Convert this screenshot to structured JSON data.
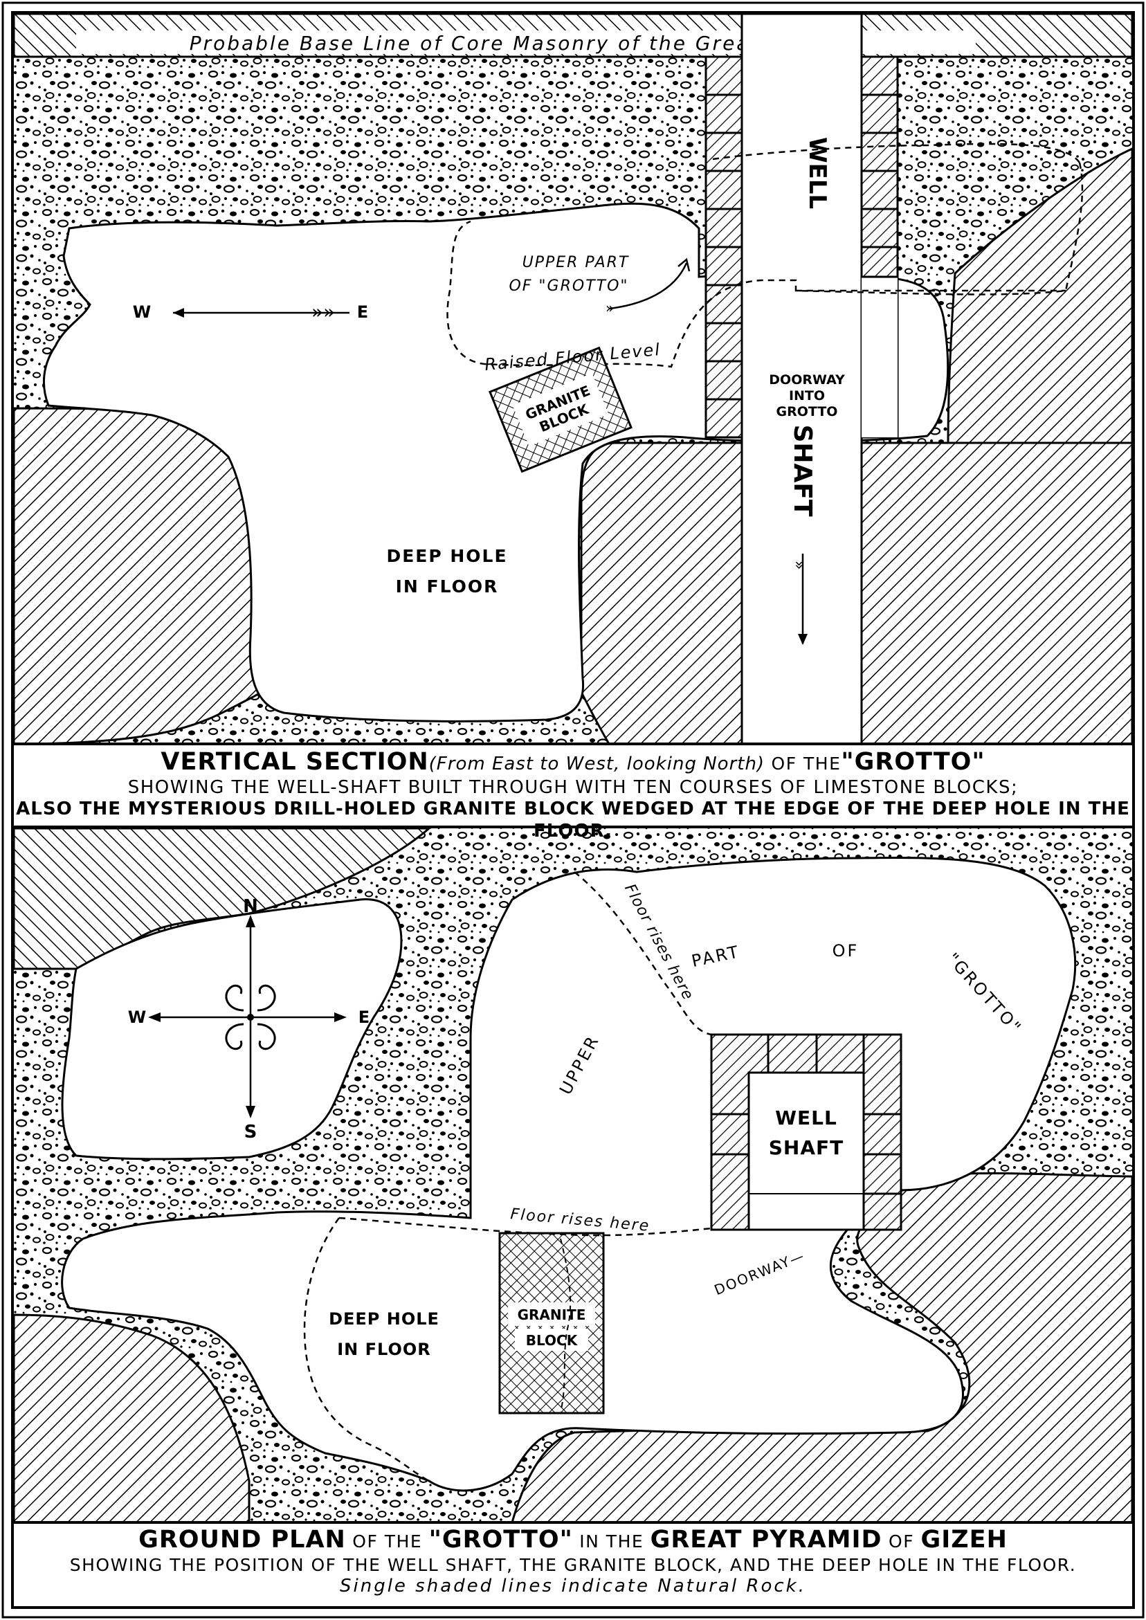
{
  "section": {
    "top_band_label": "Probable Base Line of Core Masonry of the Great Pyramid",
    "well_label": "WELL",
    "shaft_label": "SHAFT",
    "upper_grotto_line1": "UPPER PART",
    "upper_grotto_line2": "OF \"GROTTO\"",
    "west": "W",
    "east": "E",
    "raised_floor": "Raised Floor Level",
    "granite_line1": "GRANITE",
    "granite_line2": "BLOCK",
    "doorway_line1": "DOORWAY",
    "doorway_line2": "INTO",
    "doorway_line3": "GROTTO",
    "deep_hole_line1": "DEEP HOLE",
    "deep_hole_line2": "IN FLOOR"
  },
  "caption1": {
    "title": "VERTICAL SECTION",
    "paren": "(From East to West, looking North)",
    "of_the": " OF THE",
    "grotto": "\"GROTTO\"",
    "line2": "SHOWING THE WELL-SHAFT BUILT THROUGH WITH TEN COURSES OF LIMESTONE BLOCKS;",
    "line3": "ALSO THE MYSTERIOUS DRILL-HOLED GRANITE BLOCK WEDGED AT THE EDGE OF THE DEEP HOLE IN THE FLOOR."
  },
  "plan": {
    "north": "N",
    "south": "S",
    "west": "W",
    "east": "E",
    "floor_rises_1": "Floor rises here",
    "upper": "UPPER",
    "part": "PART",
    "of": "OF",
    "grotto": "\"GROTTO\"",
    "well_line1": "WELL",
    "well_line2": "SHAFT",
    "floor_rises_2": "Floor rises here",
    "doorway": "DOORWAY—",
    "deep_hole_line1": "DEEP HOLE",
    "deep_hole_line2": "IN FLOOR",
    "granite_line1": "GRANITE",
    "granite_line2": "BLOCK"
  },
  "caption2": {
    "line1_a": "GROUND PLAN",
    "line1_b": " OF THE ",
    "line1_c": "\"GROTTO\"",
    "line1_d": " IN THE ",
    "line1_e": "GREAT PYRAMID",
    "line1_f": " OF ",
    "line1_g": "GIZEH",
    "line2": "SHOWING THE POSITION OF THE WELL SHAFT, THE GRANITE BLOCK, AND THE DEEP HOLE IN THE FLOOR.",
    "line3": "Single shaded lines indicate Natural Rock."
  }
}
